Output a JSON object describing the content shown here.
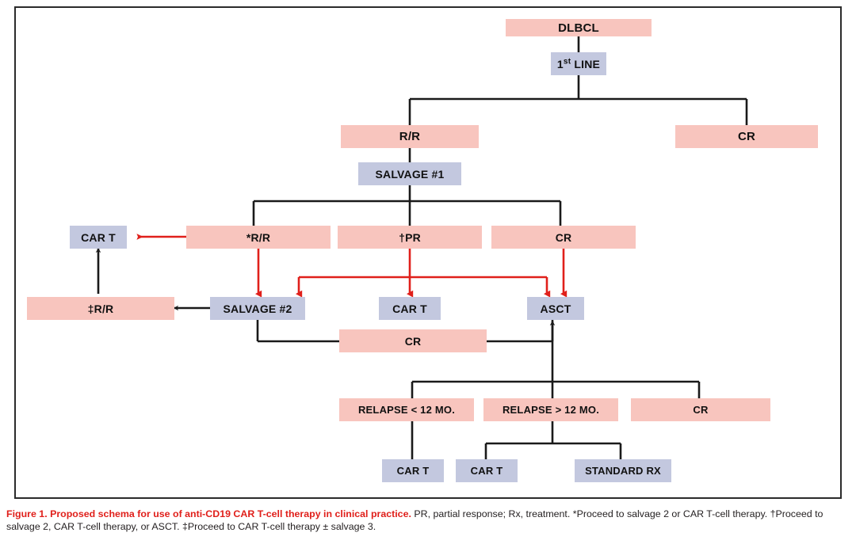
{
  "figure": {
    "caption_lead": "Figure 1. Proposed schema for use of anti-CD19 CAR T-cell therapy in clinical practice.",
    "caption_rest": " PR, partial response; Rx, treatment. *Proceed to salvage 2 or CAR T-cell therapy. †Proceed to salvage 2, CAR T-cell therapy, or ASCT. ‡Proceed to CAR T-cell therapy ± salvage 3."
  },
  "colors": {
    "pink": "#f8c5be",
    "lavender": "#c3c8df",
    "red_arrow": "#e0201b",
    "black_arrow": "#1a1a1a",
    "caption_lead": "#e0201b",
    "border": "#2b2b2b"
  },
  "nodes": {
    "dlbcl": "DLBCL",
    "first_line_prefix": "1",
    "first_line_sup": "st",
    "first_line_suffix": " LINE",
    "rr_level2": "R/R",
    "cr_level2": "CR",
    "salvage1": "SALVAGE #1",
    "car_t_left": "CAR T",
    "rr_star": "R/R",
    "rr_star_mark": "*",
    "pr_dagger": "PR",
    "pr_dagger_mark": "†",
    "cr_level3": "CR",
    "rr_dbldagger": "R/R",
    "rr_dbldagger_mark": "‡",
    "salvage2": "SALVAGE #2",
    "car_t_mid": "CAR T",
    "asct": "ASCT",
    "cr_post_salvage2": "CR",
    "relapse_lt12": "RELAPSE < 12 MO.",
    "relapse_gt12": "RELAPSE > 12 MO.",
    "cr_post_asct": "CR",
    "car_t_lt12": "CAR T",
    "car_t_gt12": "CAR T",
    "standard_rx": "STANDARD RX"
  }
}
